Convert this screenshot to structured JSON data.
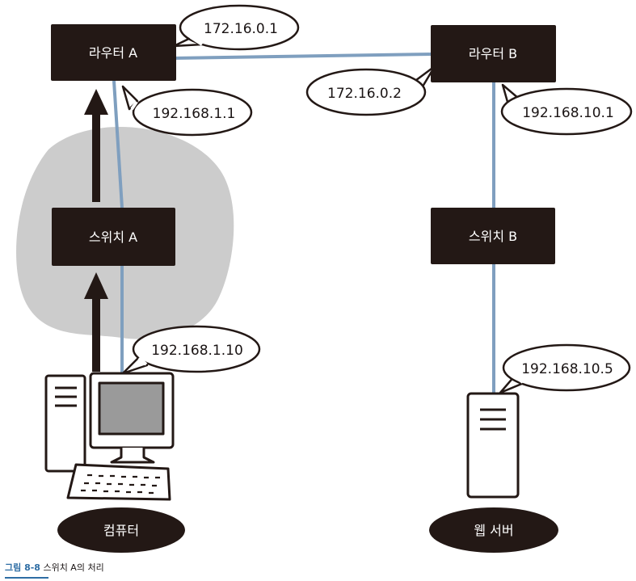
{
  "colors": {
    "box": "#231815",
    "link": "#7f9fbf",
    "cloud": "#cccccc",
    "caption_accent": "#2e6da4"
  },
  "nodes": {
    "router_a": "라우터 A",
    "router_b": "라우터 B",
    "switch_a": "스위치 A",
    "switch_b": "스위치 B",
    "computer": "컴퓨터",
    "web_server": "웹 서버"
  },
  "addresses": {
    "router_a_wan": "172.16.0.1",
    "router_b_wan": "172.16.0.2",
    "router_a_lan": "192.168.1.1",
    "router_b_lan": "192.168.10.1",
    "computer": "192.168.1.10",
    "web_server": "192.168.10.5"
  },
  "icons": [
    "computer-icon",
    "server-icon",
    "keyboard-icon",
    "arrow-up-icon"
  ],
  "caption": {
    "label": "그림 8-8",
    "text": " 스위치 A의 처리"
  }
}
